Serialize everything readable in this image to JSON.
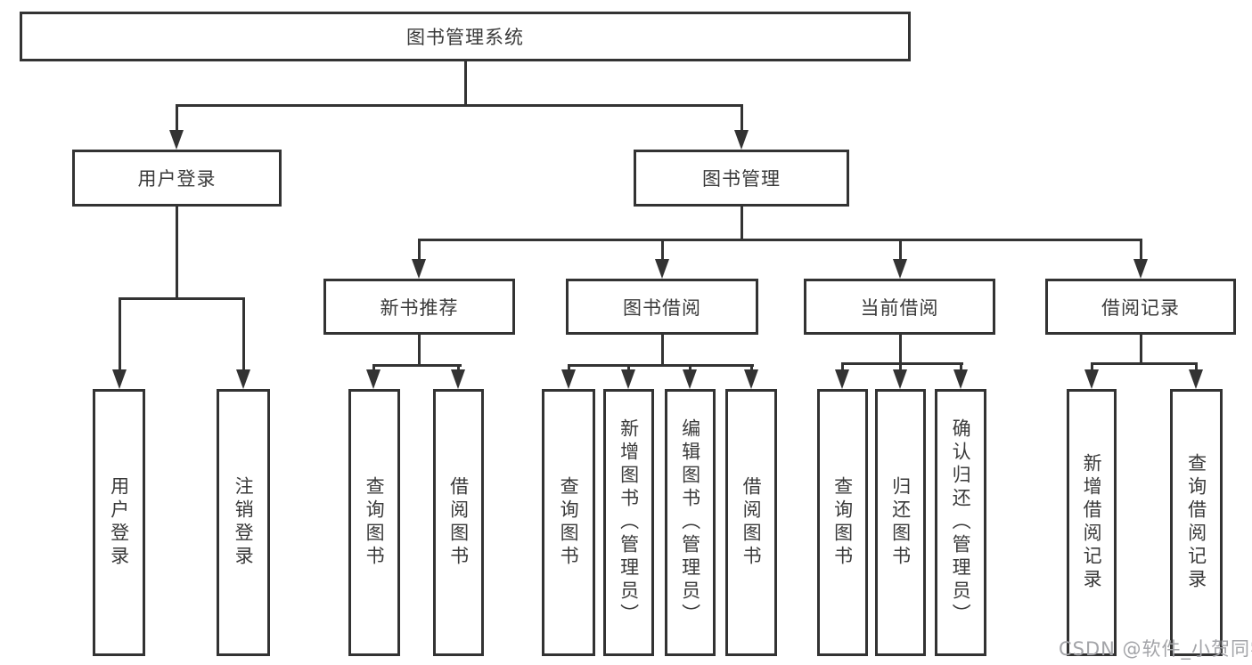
{
  "root": {
    "label": "图书管理系统"
  },
  "branches": [
    {
      "label": "用户登录",
      "children": [
        {
          "label": "用户登录"
        },
        {
          "label": "注销登录"
        }
      ]
    },
    {
      "label": "图书管理",
      "children": [
        {
          "label": "新书推荐",
          "children": [
            {
              "label": "查询图书"
            },
            {
              "label": "借阅图书"
            }
          ]
        },
        {
          "label": "图书借阅",
          "children": [
            {
              "label": "查询图书"
            },
            {
              "label": "新增图书（管理员）"
            },
            {
              "label": "编辑图书（管理员）"
            },
            {
              "label": "借阅图书"
            }
          ]
        },
        {
          "label": "当前借阅",
          "children": [
            {
              "label": "查询图书"
            },
            {
              "label": "归还图书"
            },
            {
              "label": "确认归还（管理员）"
            }
          ]
        },
        {
          "label": "借阅记录",
          "children": [
            {
              "label": "新增借阅记录"
            },
            {
              "label": "查询借阅记录"
            }
          ]
        }
      ]
    }
  ],
  "watermark": {
    "text": "CSDN @软件_小贺同学"
  },
  "colors": {
    "line": "#333333",
    "text": "#3a3a3a",
    "watermark": "#a3a4a8",
    "background": "#ffffff"
  }
}
